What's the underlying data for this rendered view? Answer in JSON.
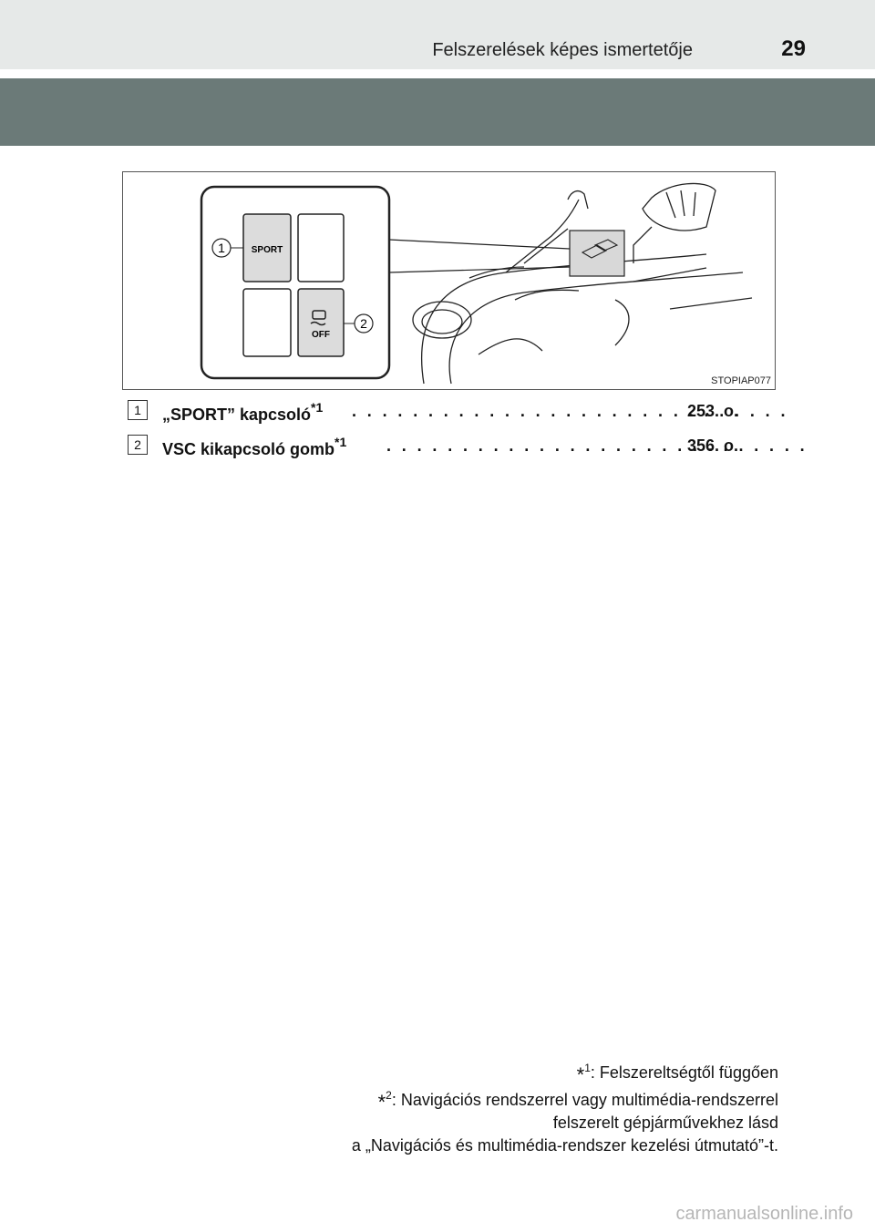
{
  "header": {
    "section_title": "Felszerelések képes ismertetője",
    "page_number": "29"
  },
  "figure": {
    "code": "STOPIAP077",
    "sport_button_text": "SPORT",
    "vsc_button_text": "OFF",
    "callout_1": "1",
    "callout_2": "2"
  },
  "legend": [
    {
      "num": "1",
      "label": "„SPORT” kapcsoló",
      "mark": "*1",
      "dots": ". . . . . . . . . . . . . . . . . . . . . . . . . . . . .",
      "page": "253. o."
    },
    {
      "num": "2",
      "label": "VSC kikapcsoló gomb",
      "mark": "*1",
      "dots": ". . . . . . . . . . . . . . . . . . . . . . . . . . . .",
      "page": "356. o."
    }
  ],
  "footnotes": {
    "f1_mark": "*",
    "f1_sup": "1",
    "f1_text": ": Felszereltségtől függően",
    "f2_mark": "*",
    "f2_sup": "2",
    "f2_text": ": Navigációs rendszerrel vagy multimédia-rendszerrel",
    "f2_line2": "felszerelt gépjárművekhez lásd",
    "f2_line3": "a „Navigációs és multimédia-rendszer kezelési útmutató”-t."
  },
  "watermark": "carmanualsonline.info"
}
